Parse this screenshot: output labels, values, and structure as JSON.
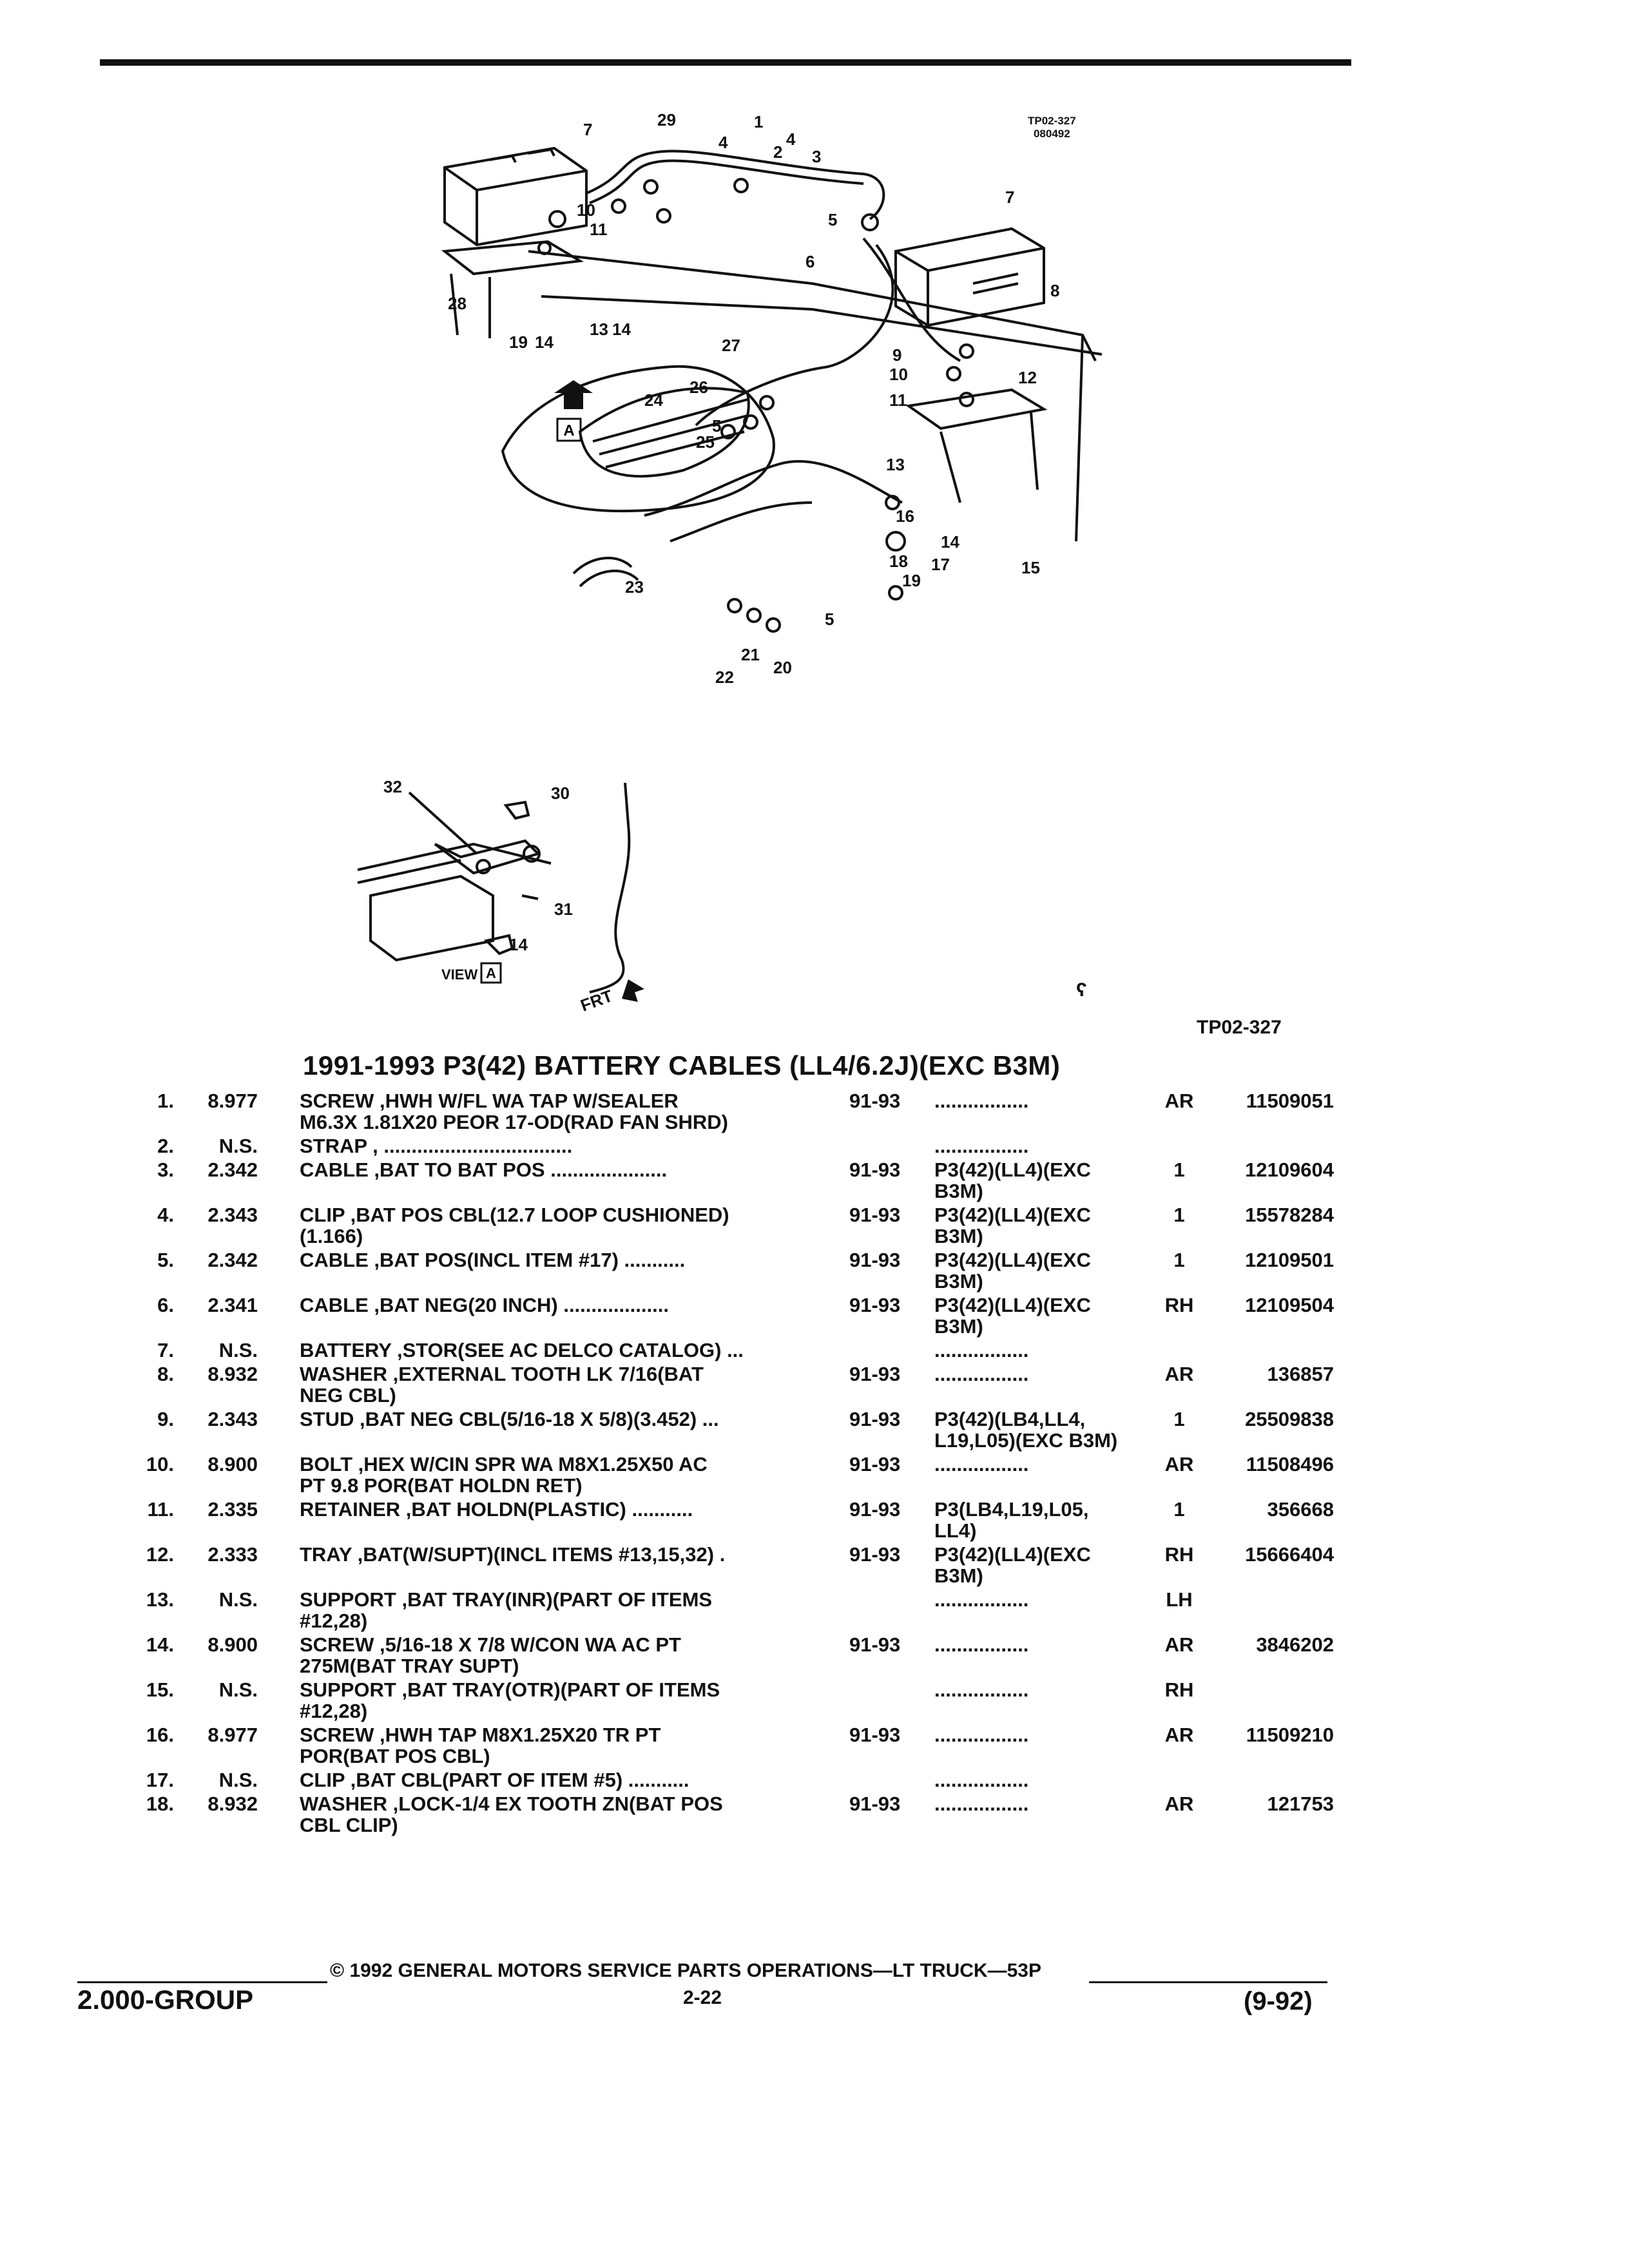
{
  "figure": {
    "ref_code": "TP02-327",
    "ref_date": "080492",
    "caption_ref": "TP02-327",
    "view_label": "VIEW",
    "view_letter": "A",
    "frt_label": "FRT",
    "callouts_main": [
      "1",
      "2",
      "3",
      "4",
      "5",
      "6",
      "7",
      "8",
      "9",
      "10",
      "11",
      "12",
      "13",
      "14",
      "15",
      "16",
      "17",
      "18",
      "19",
      "20",
      "21",
      "22",
      "23",
      "24",
      "25",
      "26",
      "27",
      "28",
      "29"
    ],
    "callouts_view": [
      "30",
      "31",
      "32",
      "14"
    ]
  },
  "section_title": "1991-1993 P3(42) BATTERY CABLES (LL4/6.2J)(EXC B3M)",
  "parts": [
    {
      "num": "1.",
      "group": "8.977",
      "desc": [
        "SCREW ,HWH W/FL WA TAP W/SEALER",
        "M6.3X 1.81X20 PEOR 17-OD(RAD FAN SHRD)"
      ],
      "years": "91-93",
      "app": [
        "................."
      ],
      "qty": "AR",
      "part_no": "11509051"
    },
    {
      "num": "2.",
      "group": "N.S.",
      "desc": [
        "STRAP , .................................."
      ],
      "years": "",
      "app": [
        "................."
      ],
      "qty": "",
      "part_no": ""
    },
    {
      "num": "3.",
      "group": "2.342",
      "desc": [
        "CABLE ,BAT TO BAT POS ....................."
      ],
      "years": "91-93",
      "app": [
        "P3(42)(LL4)(EXC",
        "B3M)"
      ],
      "qty": "1",
      "part_no": "12109604"
    },
    {
      "num": "4.",
      "group": "2.343",
      "desc": [
        "CLIP ,BAT POS CBL(12.7 LOOP CUSHIONED)",
        "(1.166)"
      ],
      "years": "91-93",
      "app": [
        "P3(42)(LL4)(EXC",
        "B3M)"
      ],
      "qty": "1",
      "part_no": "15578284"
    },
    {
      "num": "5.",
      "group": "2.342",
      "desc": [
        "CABLE ,BAT POS(INCL ITEM #17) ..........."
      ],
      "years": "91-93",
      "app": [
        "P3(42)(LL4)(EXC",
        "B3M)"
      ],
      "qty": "1",
      "part_no": "12109501"
    },
    {
      "num": "6.",
      "group": "2.341",
      "desc": [
        "CABLE ,BAT NEG(20 INCH) ..................."
      ],
      "years": "91-93",
      "app": [
        "P3(42)(LL4)(EXC",
        "B3M)"
      ],
      "qty": "RH",
      "part_no": "12109504"
    },
    {
      "num": "7.",
      "group": "N.S.",
      "desc": [
        "BATTERY ,STOR(SEE AC DELCO CATALOG) ..."
      ],
      "years": "",
      "app": [
        "................."
      ],
      "qty": "",
      "part_no": ""
    },
    {
      "num": "8.",
      "group": "8.932",
      "desc": [
        "WASHER ,EXTERNAL TOOTH LK 7/16(BAT",
        "NEG CBL)"
      ],
      "years": "91-93",
      "app": [
        "................."
      ],
      "qty": "AR",
      "part_no": "136857"
    },
    {
      "num": "9.",
      "group": "2.343",
      "desc": [
        "STUD ,BAT NEG CBL(5/16-18 X 5/8)(3.452) ..."
      ],
      "years": "91-93",
      "app": [
        "P3(42)(LB4,LL4,",
        "L19,L05)(EXC B3M)"
      ],
      "qty": "1",
      "part_no": "25509838"
    },
    {
      "num": "10.",
      "group": "8.900",
      "desc": [
        "BOLT ,HEX W/CIN SPR WA M8X1.25X50 AC",
        "PT 9.8 POR(BAT HOLDN RET)"
      ],
      "years": "91-93",
      "app": [
        "................."
      ],
      "qty": "AR",
      "part_no": "11508496"
    },
    {
      "num": "11.",
      "group": "2.335",
      "desc": [
        "RETAINER ,BAT HOLDN(PLASTIC) ..........."
      ],
      "years": "91-93",
      "app": [
        "P3(LB4,L19,L05,",
        "LL4)"
      ],
      "qty": "1",
      "part_no": "356668"
    },
    {
      "num": "12.",
      "group": "2.333",
      "desc": [
        "TRAY ,BAT(W/SUPT)(INCL ITEMS #13,15,32) ."
      ],
      "years": "91-93",
      "app": [
        "P3(42)(LL4)(EXC",
        "B3M)"
      ],
      "qty": "RH",
      "part_no": "15666404"
    },
    {
      "num": "13.",
      "group": "N.S.",
      "desc": [
        "SUPPORT ,BAT TRAY(INR)(PART OF ITEMS",
        "#12,28)"
      ],
      "years": "",
      "app": [
        "................."
      ],
      "qty": "LH",
      "part_no": ""
    },
    {
      "num": "14.",
      "group": "8.900",
      "desc": [
        "SCREW ,5/16-18 X 7/8 W/CON WA AC PT",
        "275M(BAT TRAY SUPT)"
      ],
      "years": "91-93",
      "app": [
        "................."
      ],
      "qty": "AR",
      "part_no": "3846202"
    },
    {
      "num": "15.",
      "group": "N.S.",
      "desc": [
        "SUPPORT ,BAT TRAY(OTR)(PART OF ITEMS",
        "#12,28)"
      ],
      "years": "",
      "app": [
        "................."
      ],
      "qty": "RH",
      "part_no": ""
    },
    {
      "num": "16.",
      "group": "8.977",
      "desc": [
        "SCREW ,HWH TAP M8X1.25X20 TR PT",
        "POR(BAT POS CBL)"
      ],
      "years": "91-93",
      "app": [
        "................."
      ],
      "qty": "AR",
      "part_no": "11509210"
    },
    {
      "num": "17.",
      "group": "N.S.",
      "desc": [
        "CLIP ,BAT CBL(PART OF ITEM #5) ..........."
      ],
      "years": "",
      "app": [
        "................."
      ],
      "qty": "",
      "part_no": ""
    },
    {
      "num": "18.",
      "group": "8.932",
      "desc": [
        "WASHER ,LOCK-1/4 EX TOOTH ZN(BAT POS",
        "CBL CLIP)"
      ],
      "years": "91-93",
      "app": [
        "................."
      ],
      "qty": "AR",
      "part_no": "121753"
    }
  ],
  "footer": {
    "copyright": "© 1992 GENERAL MOTORS SERVICE PARTS OPERATIONS—LT TRUCK—53P",
    "group": "2.000-GROUP",
    "page": "2-22",
    "date": "(9-92)"
  }
}
